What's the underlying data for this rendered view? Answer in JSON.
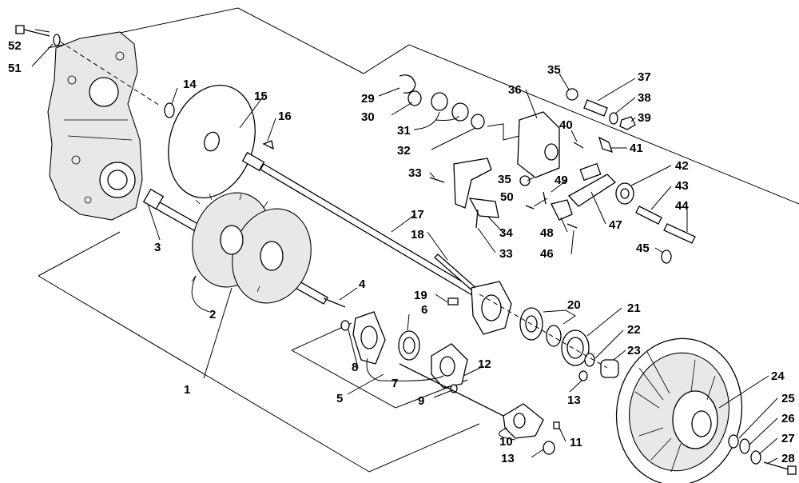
{
  "diagram": {
    "callouts": [
      "1",
      "2",
      "3",
      "4",
      "5",
      "6",
      "7",
      "8",
      "9",
      "10",
      "11",
      "12",
      "13",
      "13",
      "14",
      "15",
      "16",
      "17",
      "18",
      "19",
      "20",
      "21",
      "22",
      "23",
      "24",
      "25",
      "26",
      "27",
      "28",
      "29",
      "30",
      "31",
      "32",
      "33",
      "33",
      "34",
      "35",
      "35",
      "36",
      "37",
      "38",
      "39",
      "40",
      "41",
      "42",
      "43",
      "44",
      "45",
      "46",
      "47",
      "48",
      "49",
      "50",
      "51",
      "52"
    ]
  }
}
